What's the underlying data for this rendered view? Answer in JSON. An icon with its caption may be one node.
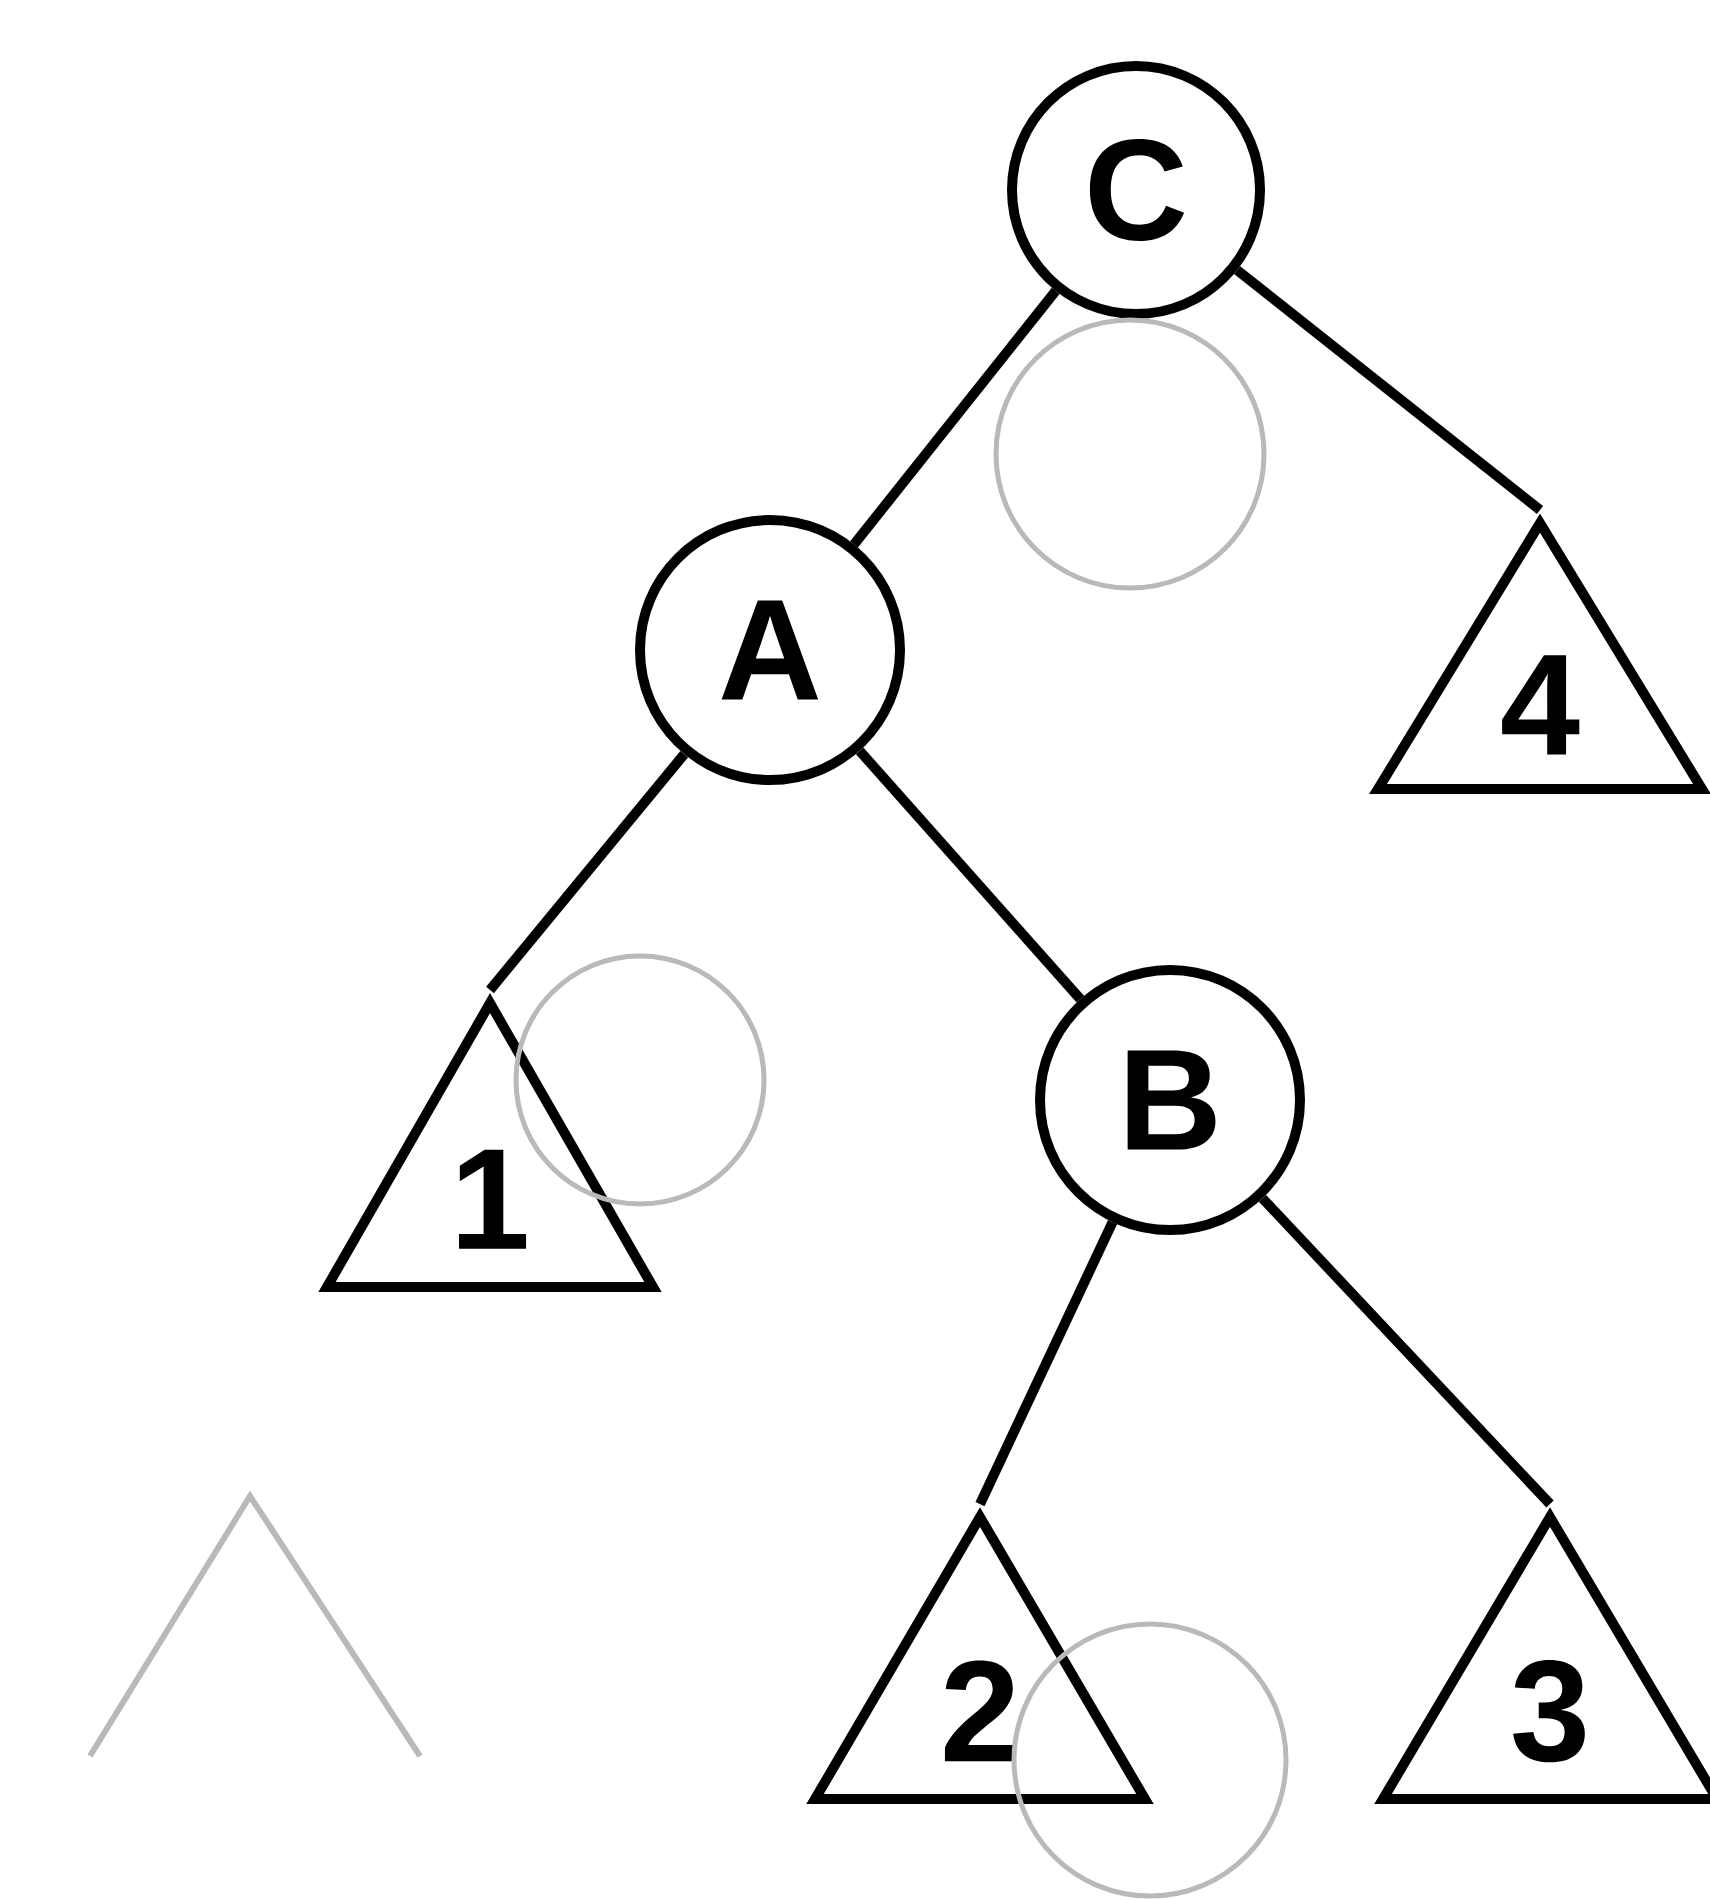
{
  "diagram": {
    "nodes": [
      {
        "text": [
          "C"
        ]
      },
      {
        "text": [],
        "shape": "circle"
      },
      {
        "text": [
          "A"
        ]
      },
      {
        "text": [
          "4"
        ]
      },
      {
        "text": [
          "1"
        ]
      },
      {
        "text": [],
        "shape": "circle"
      },
      {
        "text": [
          "B"
        ]
      },
      {
        "text": [
          "2"
        ]
      },
      {
        "text": [],
        "shape": "circle"
      },
      {
        "text": [
          "3"
        ]
      }
    ],
    "edges": [
      {
        "from": 0,
        "to": 2,
        "arrow": "none"
      },
      {
        "from": 0,
        "to": 3,
        "arrow": "none"
      },
      {
        "from": 2,
        "to": 4,
        "arrow": "none"
      },
      {
        "from": 2,
        "to": 6,
        "arrow": "none"
      },
      {
        "from": 6,
        "to": 7,
        "arrow": "none"
      },
      {
        "from": 6,
        "to": 9,
        "arrow": "none"
      }
    ]
  }
}
